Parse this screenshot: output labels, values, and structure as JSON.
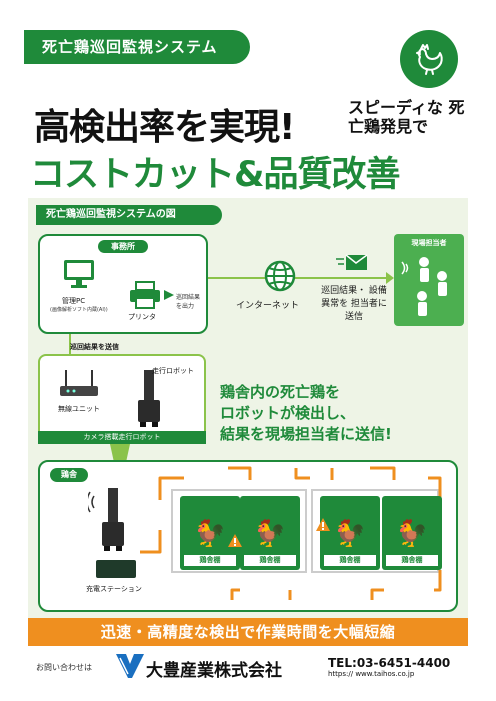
{
  "header": {
    "system_name": "死亡鶏巡回監視システム",
    "headline_main": "高検出率を実現!",
    "headline_side": "スピーディな 死亡鶏発見で",
    "headline_sub": "コストカット&品質改善"
  },
  "diagram": {
    "title": "死亡鶏巡回監視システムの図",
    "office": {
      "tag": "事務所",
      "pc_label": "管理PC",
      "pc_note": "(画像解析ソフト内蔵(AI))",
      "printer_label": "プリンタ",
      "output_note": "巡回結果 を出力"
    },
    "internet_label": "インターネット",
    "message": "巡回結果・ 設備異常を 担当者に送信",
    "field_staff": "現場担当者",
    "send_label": "巡回結果を送信",
    "robot": {
      "unit_label": "無線ユニット",
      "robot_label": "走行ロボット",
      "caption": "カメラ搭載走行ロボット"
    },
    "callout": [
      "鶏舎内の死亡鶏を",
      "ロボットが検出し、",
      "結果を現場担当者に送信!"
    ],
    "coop": {
      "tag": "鶏舎",
      "station_label": "充電ステーション",
      "cage_label": "鶏舎棚"
    }
  },
  "footer": {
    "banner": "迅速・高精度な検出で作業時間を大幅短縮",
    "contact_label": "お問い合わせは",
    "company": "大豊産業株式会社",
    "phone": "TEL:03-6451-4400",
    "url": "https:// www.taihos.co.jp"
  },
  "colors": {
    "brand_green": "#1f8a3a",
    "light_green": "#8bc34a",
    "accent_orange": "#ef8f1f",
    "panel_bg": "#eef4e6"
  }
}
